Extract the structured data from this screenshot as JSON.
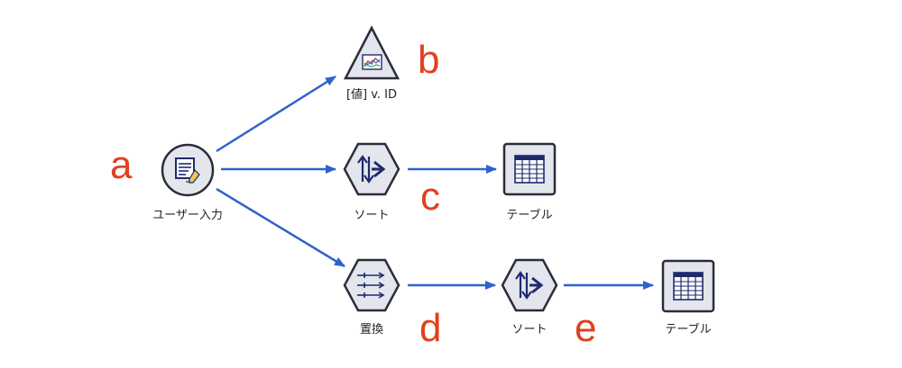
{
  "colors": {
    "edge": "#2f63cc",
    "node_fill": "#e3e6ec",
    "node_stroke": "#2c2c3a",
    "glyph": "#1f2a6e",
    "marker": "#e0401f"
  },
  "nodes": {
    "user_input": {
      "label": "ユーザー入力",
      "shape": "circle",
      "icon": "user-input-icon"
    },
    "plot": {
      "label": "[値] v. ID",
      "shape": "triangle",
      "icon": "plot-chart-icon"
    },
    "sort_1": {
      "label": "ソート",
      "shape": "hexagon",
      "icon": "sort-icon"
    },
    "table_1": {
      "label": "テーブル",
      "shape": "square",
      "icon": "table-icon"
    },
    "replace": {
      "label": "置換",
      "shape": "hexagon",
      "icon": "replace-icon"
    },
    "sort_2": {
      "label": "ソート",
      "shape": "hexagon",
      "icon": "sort-icon"
    },
    "table_2": {
      "label": "テーブル",
      "shape": "square",
      "icon": "table-icon"
    }
  },
  "edges": [
    {
      "from": "user_input",
      "to": "plot"
    },
    {
      "from": "user_input",
      "to": "sort_1"
    },
    {
      "from": "sort_1",
      "to": "table_1"
    },
    {
      "from": "user_input",
      "to": "replace"
    },
    {
      "from": "replace",
      "to": "sort_2"
    },
    {
      "from": "sort_2",
      "to": "table_2"
    }
  ],
  "markers": {
    "a": "a",
    "b": "b",
    "c": "c",
    "d": "d",
    "e": "e"
  }
}
